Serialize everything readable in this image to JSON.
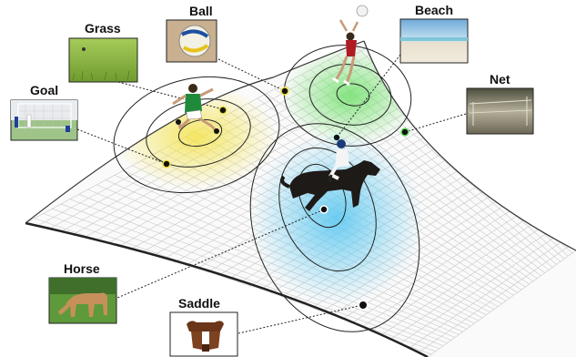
{
  "labels": {
    "grass": "Grass",
    "ball": "Ball",
    "beach": "Beach",
    "goal": "Goal",
    "net": "Net",
    "horse": "Horse",
    "saddle": "Saddle"
  },
  "colors": {
    "soccer_cluster": "#f3e34a",
    "volleyball_cluster": "#6fe06a",
    "horse_cluster": "#5cc8f0",
    "grid": "#c9c9c9",
    "contour": "#222222"
  },
  "icons": {
    "grass": "grass-field-photo",
    "ball": "volleyball-photo",
    "beach": "beach-photo",
    "goal": "soccer-goal-photo",
    "net": "volleyball-net-photo",
    "horse": "horse-photo",
    "saddle": "saddle-photo",
    "soccer_player": "soccer-player-figure",
    "volleyball_player": "volleyball-player-figure",
    "horse_rider": "horse-rider-figure"
  }
}
